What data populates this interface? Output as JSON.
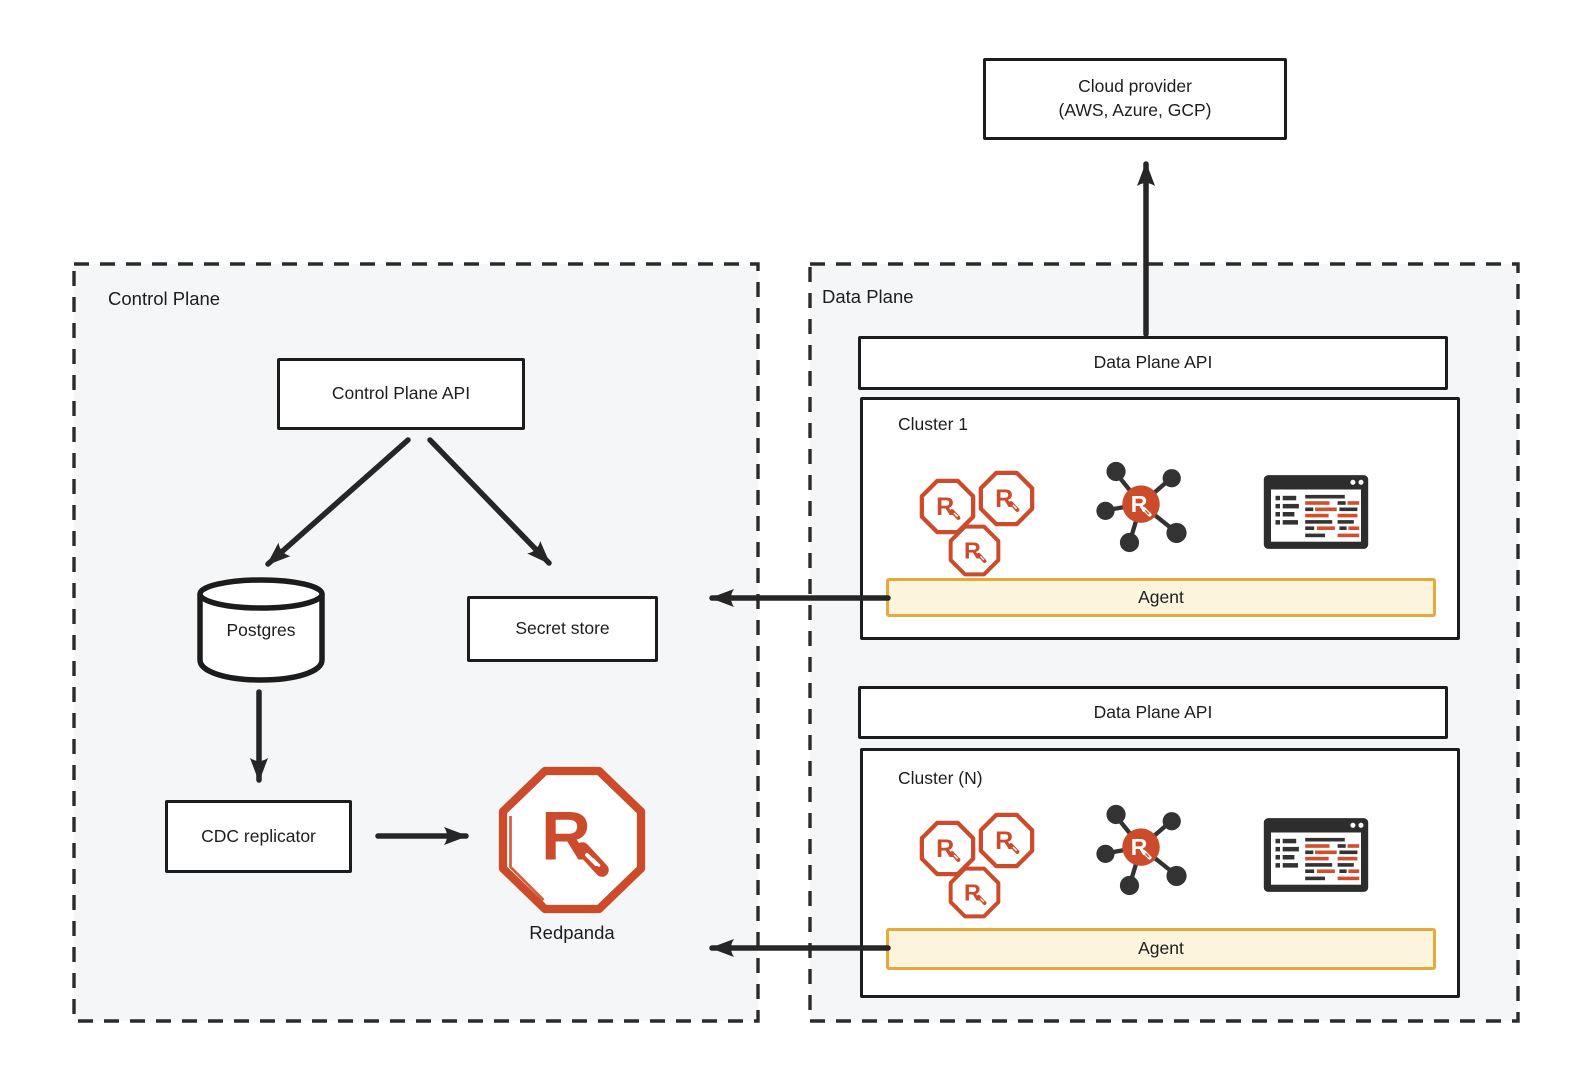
{
  "cloud_provider": {
    "line1": "Cloud provider",
    "line2": "(AWS, Azure, GCP)"
  },
  "control_plane": {
    "title": "Control Plane",
    "api": "Control Plane API",
    "postgres": "Postgres",
    "secret_store": "Secret store",
    "cdc": "CDC replicator",
    "redpanda": "Redpanda"
  },
  "data_plane": {
    "title": "Data Plane",
    "clusters": [
      {
        "api": "Data Plane API",
        "name": "Cluster 1",
        "agent": "Agent"
      },
      {
        "api": "Data Plane API",
        "name": "Cluster (N)",
        "agent": "Agent"
      }
    ]
  },
  "icons": {
    "brokers": "redpanda-broker-cluster-icon",
    "connect": "redpanda-connect-hub-icon",
    "console": "redpanda-console-icon",
    "redpanda_logo": "redpanda-logo-icon",
    "database": "database-cylinder-icon"
  },
  "colors": {
    "redpanda_orange": "#CB4B2B",
    "agent_fill": "#FCF4DC",
    "agent_border": "#E5A93C",
    "panel_bg": "#F4F6F8",
    "ink": "#262626"
  }
}
